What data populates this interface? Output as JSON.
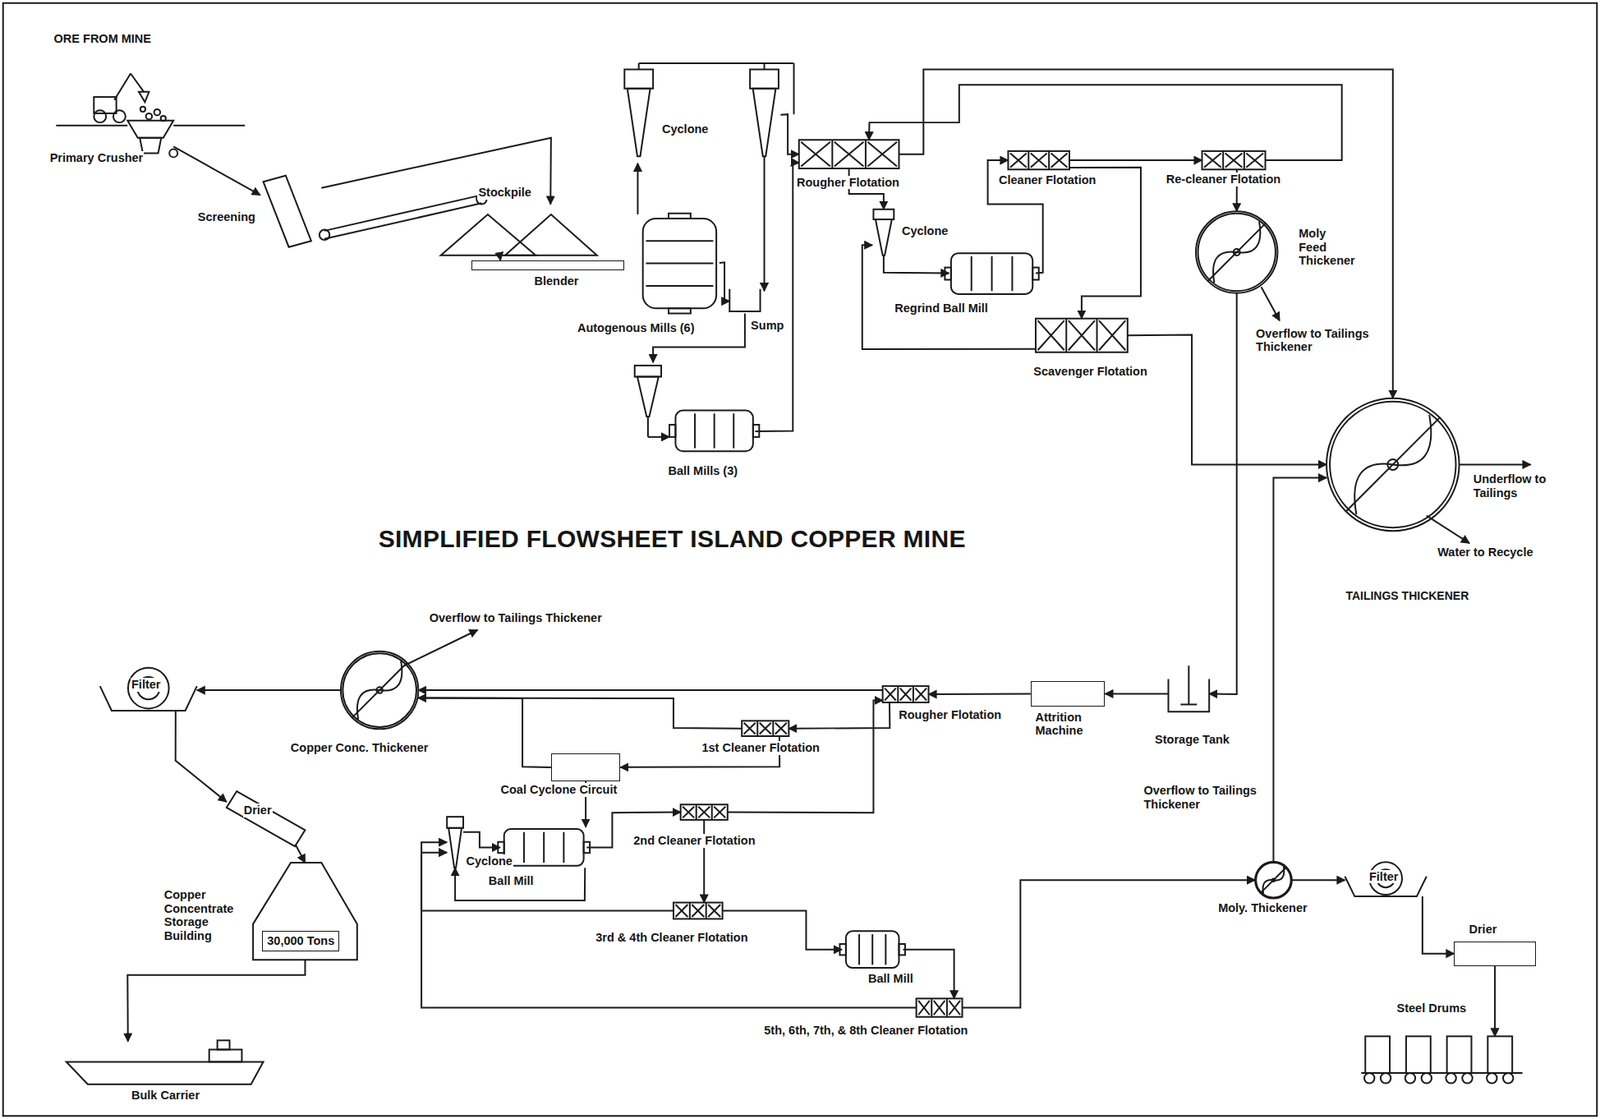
{
  "diagram": {
    "title": "SIMPLIFIED FLOWSHEET ISLAND COPPER MINE",
    "nodes": [
      {
        "text": [
          "Primary Crusher"
        ]
      },
      {
        "text": [
          "Screening"
        ]
      },
      {
        "text": [
          "Stockpile"
        ]
      },
      {
        "text": [
          "Blender"
        ]
      },
      {
        "text": [
          "Cyclone"
        ]
      },
      {
        "text": [
          "Autogenous Mills (6)"
        ]
      },
      {
        "text": [
          "Sump"
        ]
      },
      {
        "text": [
          "Ball Mills (3)"
        ]
      },
      {
        "text": [
          "Rougher Flotation"
        ]
      },
      {
        "text": [
          "Cleaner Flotation"
        ]
      },
      {
        "text": [
          "Re-cleaner Flotation"
        ]
      },
      {
        "text": [
          "Cyclone"
        ]
      },
      {
        "text": [
          "Regrind Ball Mill"
        ]
      },
      {
        "text": [
          "Scavenger Flotation"
        ]
      },
      {
        "text": [
          "Moly Feed Thickener"
        ]
      },
      {
        "text": [
          "TAILINGS THICKENER"
        ]
      },
      {
        "text": [
          "Storage Tank"
        ]
      },
      {
        "text": [
          "Attrition Machine"
        ]
      },
      {
        "text": [
          "Rougher Flotation"
        ]
      },
      {
        "text": [
          "1st Cleaner Flotation"
        ]
      },
      {
        "text": [
          "Coal Cyclone Circuit"
        ]
      },
      {
        "text": [
          "2nd Cleaner Flotation"
        ]
      },
      {
        "text": [
          "Cyclone"
        ]
      },
      {
        "text": [
          "Ball Mill"
        ]
      },
      {
        "text": [
          "3rd & 4th Cleaner Flotation"
        ]
      },
      {
        "text": [
          "Ball Mill"
        ]
      },
      {
        "text": [
          "5th, 6th, 7th, & 8th Cleaner Flotation"
        ]
      },
      {
        "text": [
          "Moly. Thickener"
        ]
      },
      {
        "text": [
          "Filter"
        ]
      },
      {
        "text": [
          "Drier"
        ]
      },
      {
        "text": [
          "Steel Drums"
        ]
      },
      {
        "text": [
          "Copper Conc. Thickener"
        ]
      },
      {
        "text": [
          "Filter"
        ]
      },
      {
        "text": [
          "Drier"
        ]
      },
      {
        "text": [
          "Copper Concentrate Storage Building",
          "30,000 Tons"
        ]
      },
      {
        "text": [
          "Bulk Carrier"
        ]
      }
    ],
    "edges": [
      {
        "from": 0,
        "to": 1,
        "arrow": "to"
      },
      {
        "from": 1,
        "to": 2,
        "arrow": "to"
      },
      {
        "from": 2,
        "to": 3,
        "arrow": "to"
      },
      {
        "from": 5,
        "to": 4,
        "arrow": "to"
      },
      {
        "from": 4,
        "to": 8,
        "arrow": "to"
      },
      {
        "from": 5,
        "to": 6,
        "arrow": "to"
      },
      {
        "from": 6,
        "to": 7,
        "arrow": "to"
      },
      {
        "from": 7,
        "to": 8,
        "arrow": "to"
      },
      {
        "from": 8,
        "to": 11,
        "arrow": "to"
      },
      {
        "from": 11,
        "to": 12,
        "arrow": "to"
      },
      {
        "from": 12,
        "to": 9,
        "arrow": "to"
      },
      {
        "from": 8,
        "to": 15,
        "arrow": "to"
      },
      {
        "from": 10,
        "to": 8,
        "arrow": "to"
      },
      {
        "from": 9,
        "to": 10,
        "arrow": "to"
      },
      {
        "from": 9,
        "to": 13,
        "arrow": "to"
      },
      {
        "from": 10,
        "to": 14,
        "arrow": "to"
      },
      {
        "from": 13,
        "to": 15,
        "arrow": "to"
      },
      {
        "from": 13,
        "to": 11,
        "arrow": "to"
      },
      {
        "from": 14,
        "to": 16,
        "arrow": "to"
      },
      {
        "from": 16,
        "to": 17,
        "arrow": "to"
      },
      {
        "from": 17,
        "to": 18,
        "arrow": "to"
      },
      {
        "from": 18,
        "to": 19,
        "arrow": "to"
      },
      {
        "from": 21,
        "to": 18,
        "arrow": "to"
      },
      {
        "from": 19,
        "to": 31,
        "arrow": "to"
      },
      {
        "from": 20,
        "to": 31,
        "arrow": "to"
      },
      {
        "from": 19,
        "to": 20,
        "arrow": "to"
      },
      {
        "from": 20,
        "to": 23,
        "arrow": "to"
      },
      {
        "from": 23,
        "to": 21,
        "arrow": "to"
      },
      {
        "from": 21,
        "to": 24,
        "arrow": "to"
      },
      {
        "from": 24,
        "to": 25,
        "arrow": "to"
      },
      {
        "from": 25,
        "to": 26,
        "arrow": "to"
      },
      {
        "from": 26,
        "to": 27,
        "arrow": "to"
      },
      {
        "from": 27,
        "to": 28,
        "arrow": "to"
      },
      {
        "from": 28,
        "to": 29,
        "arrow": "to"
      },
      {
        "from": 29,
        "to": 30,
        "arrow": "to"
      },
      {
        "from": 27,
        "to": 15,
        "arrow": "to"
      },
      {
        "from": 18,
        "to": 31,
        "arrow": "to"
      },
      {
        "from": 31,
        "to": 32,
        "arrow": "to"
      },
      {
        "from": 32,
        "to": 33,
        "arrow": "to"
      },
      {
        "from": 33,
        "to": 34,
        "arrow": "to"
      },
      {
        "from": 34,
        "to": 35,
        "arrow": "to"
      },
      {
        "from": 24,
        "to": 22,
        "arrow": "to"
      },
      {
        "from": 26,
        "to": 22,
        "arrow": "to"
      },
      {
        "from": 22,
        "to": 23,
        "arrow": "to"
      },
      {
        "from": 23,
        "to": 22,
        "arrow": "to"
      }
    ],
    "labels": [
      "ORE FROM MINE",
      "Overflow to Tailings Thickener",
      "Underflow to Tailings",
      "Water to Recycle",
      "Overflow to Tailings Thickener",
      "Overflow to Tailings Thickener"
    ]
  }
}
